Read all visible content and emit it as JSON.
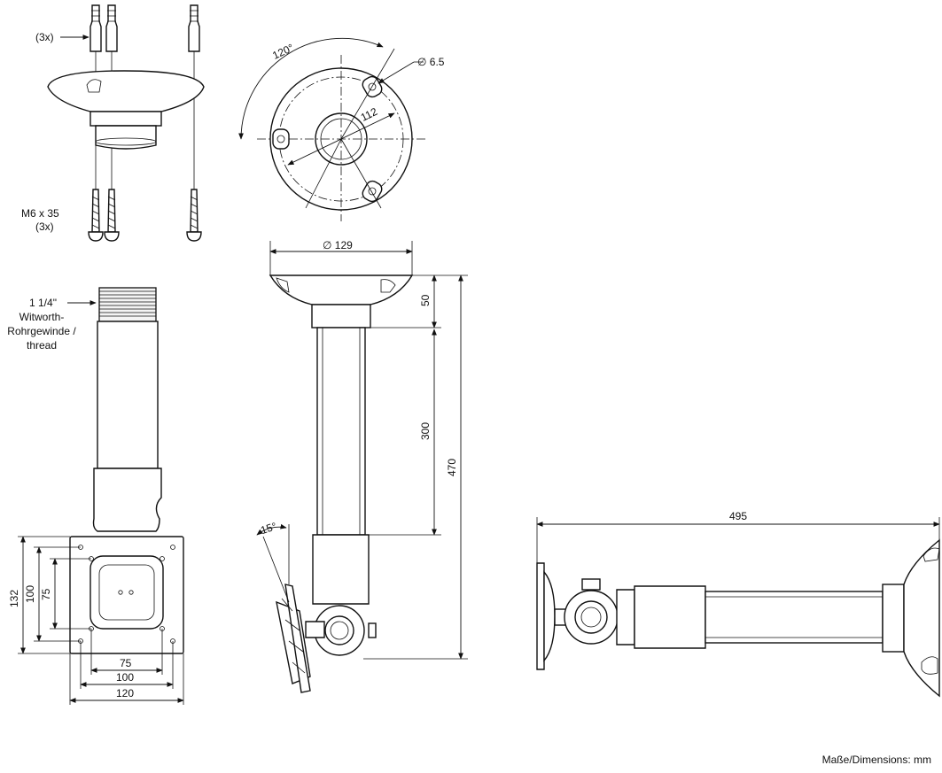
{
  "labels": {
    "anchor_count": "(3x)",
    "screw_spec": "M6 x 35",
    "screw_count": "(3x)",
    "angle_rotation": "120°",
    "hole_diameter": "∅ 6.5",
    "bolt_circle": "112",
    "base_diameter": "∅ 129",
    "thread_1": "1 1/4\"",
    "thread_2": "Witworth-",
    "thread_3": "Rohrgewinde /",
    "thread_4": "thread",
    "dim_50": "50",
    "dim_300": "300",
    "dim_470": "470",
    "tilt_angle": "15°",
    "dim_132": "132",
    "dim_100_v": "100",
    "dim_75_v": "75",
    "dim_75_h": "75",
    "dim_100_h": "100",
    "dim_120_h": "120",
    "dim_495": "495"
  },
  "footer": "Maße/Dimensions: mm"
}
